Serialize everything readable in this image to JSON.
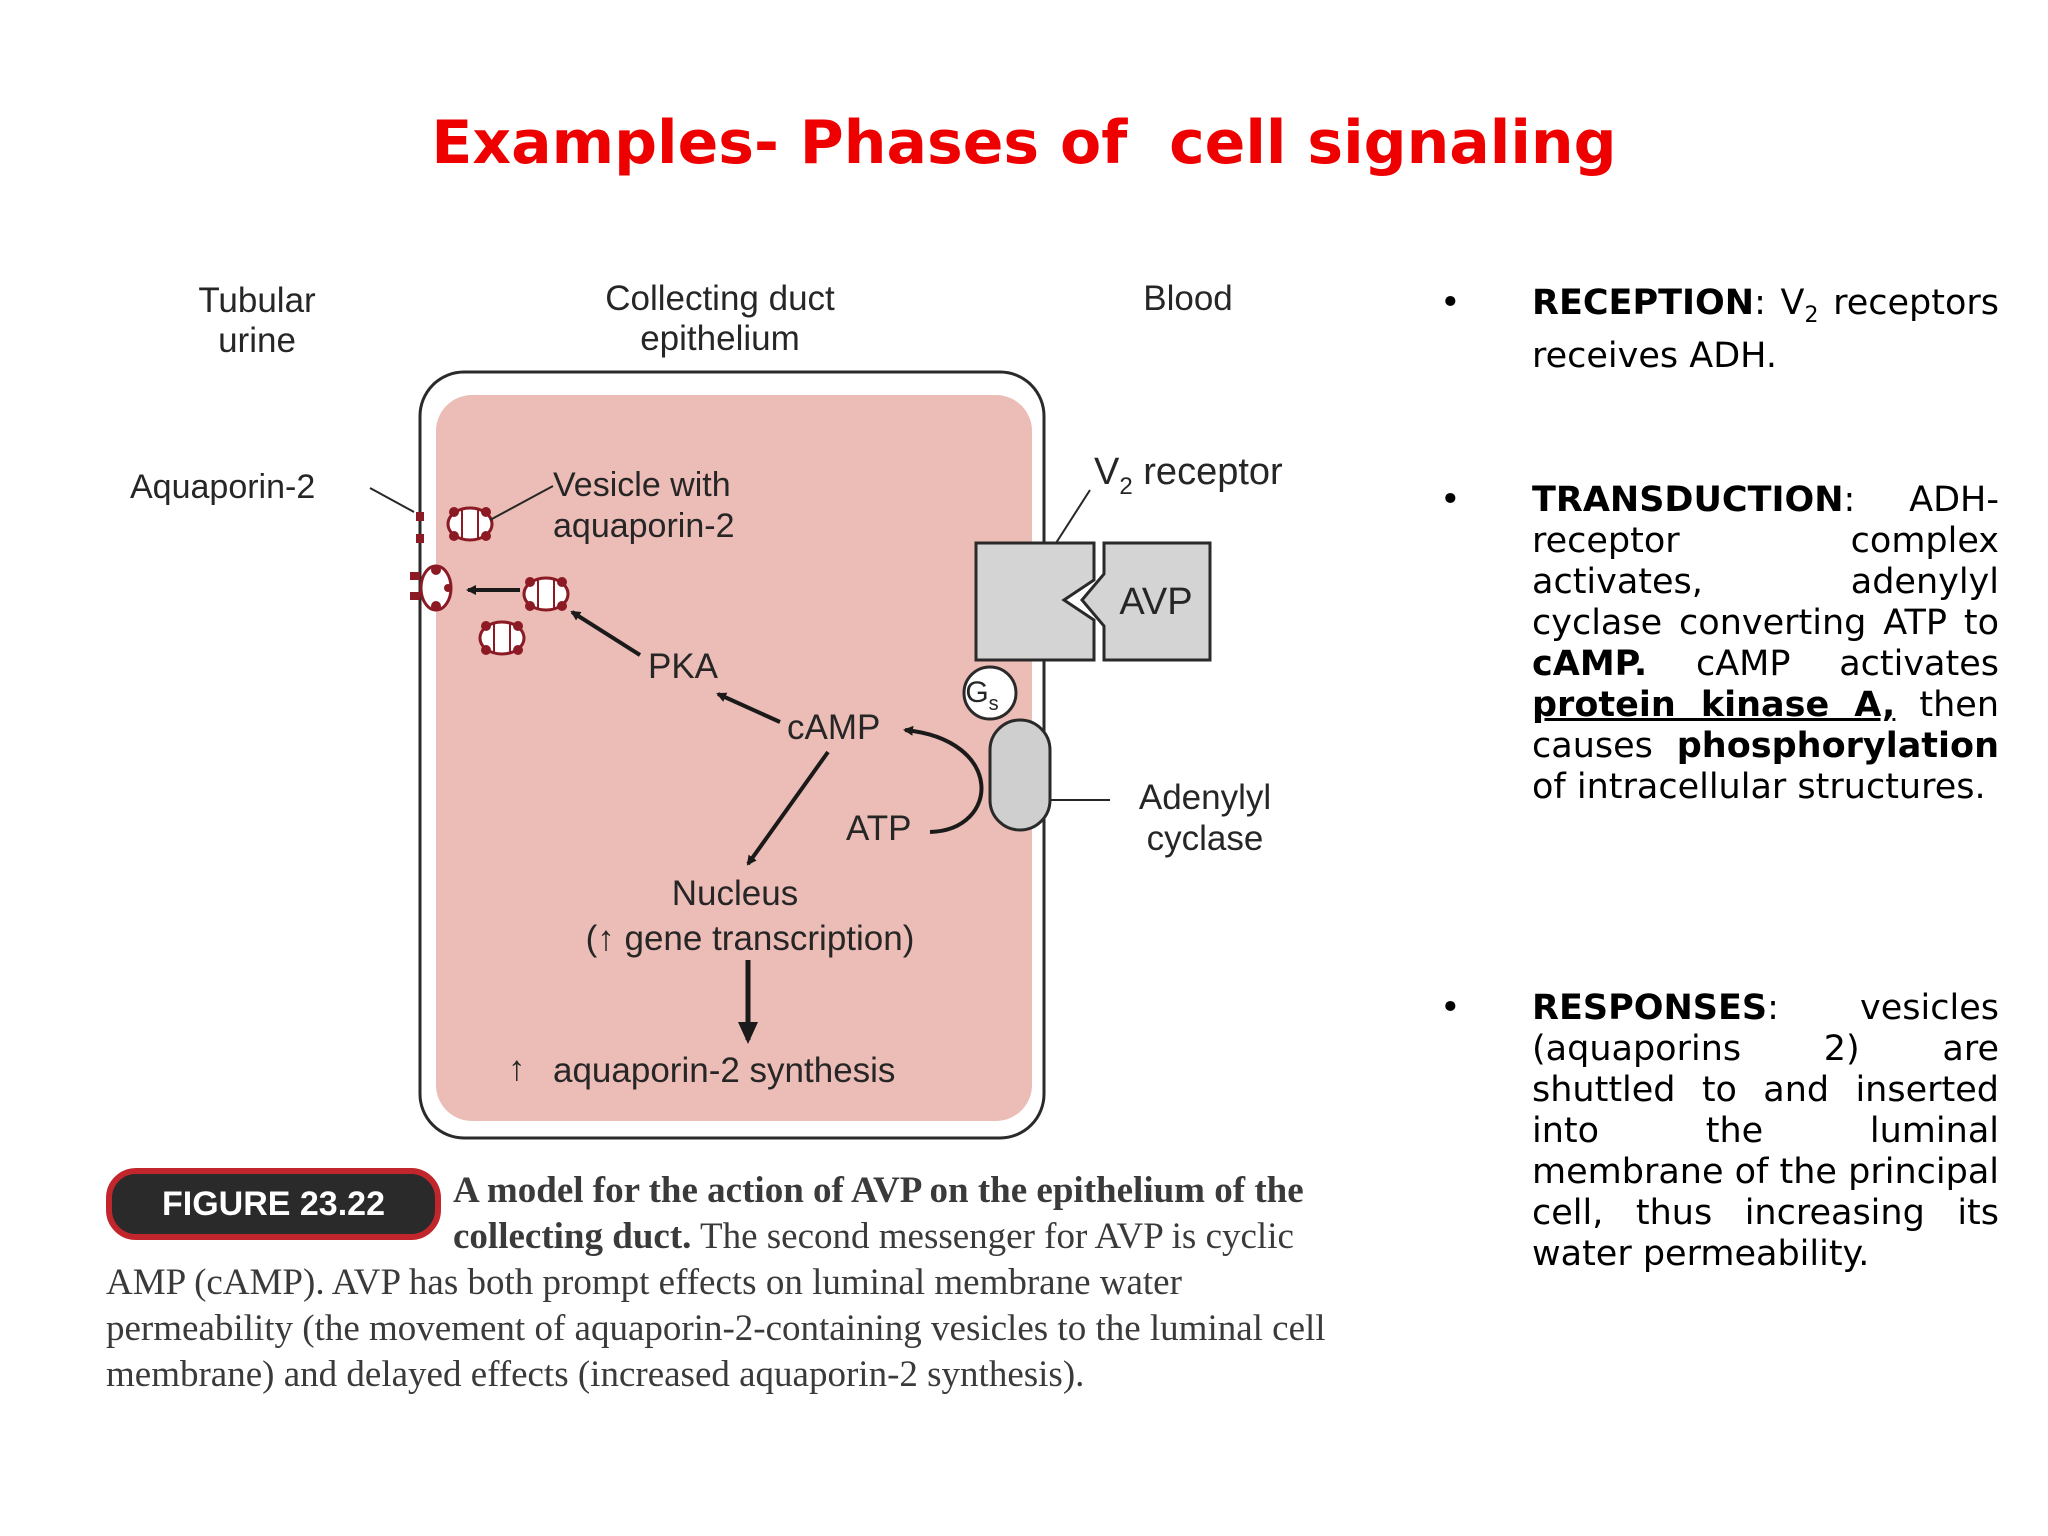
{
  "title": "Examples- Phases of  cell signaling",
  "diagram": {
    "header_tubular": "Tubular",
    "header_urine": "urine",
    "header_collecting": "Collecting duct",
    "header_epithelium": "epithelium",
    "header_blood": "Blood",
    "aquaporin2": "Aquaporin-2",
    "vesicle_line1": "Vesicle with",
    "vesicle_line2": "aquaporin-2",
    "v2_base": "V",
    "v2_sub": "2",
    "v2_rest": " receptor",
    "avp": "AVP",
    "gs_base": "G",
    "gs_sub": "s",
    "pka": "PKA",
    "camp": "cAMP",
    "atp": "ATP",
    "adenylyl": "Adenylyl",
    "cyclase": "cyclase",
    "nucleus": "Nucleus",
    "gene_arrow": "↑",
    "gene_text": " gene transcription)",
    "synth_arrow": "↑",
    "synth_text": "aquaporin-2 synthesis",
    "colors": {
      "cell_fill": "#ecbcb6",
      "receptor_fill": "#d4d4d4",
      "vesicle_red": "#8b1a24"
    }
  },
  "figure": {
    "badge": "FIGURE 23.22",
    "bold_text": "A model for the action of AVP on the epithelium of the collecting duct.",
    "body_text": " The second messenger for AVP is cyclic AMP (cAMP). AVP has both prompt effects on luminal membrane water permeability (the movement of aquaporin-2-containing vesicles to the luminal cell membrane) and delayed effects (increased aquaporin-2 synthesis)."
  },
  "bullets": {
    "marker": "•",
    "reception_label": "RECEPTION",
    "reception_colon": ": V",
    "reception_sub": "2",
    "reception_text": " receptors receives ADH.",
    "transduction_label": "TRANSDUCTION",
    "transduction_text1": ": ADH-receptor complex activates, adenylyl cyclase converting ATP to ",
    "transduction_camp": "cAMP.",
    "transduction_text2": " cAMP activates ",
    "transduction_pka": "protein kinase A,",
    "transduction_text3": " then causes ",
    "transduction_phos": "phosphorylation",
    "transduction_text4": " of intracellular structures.",
    "responses_label": "RESPONSES",
    "responses_text": ": vesicles (aquaporins 2) are shuttled to and inserted into the luminal membrane of the principal cell, thus increasing its water permeability."
  }
}
